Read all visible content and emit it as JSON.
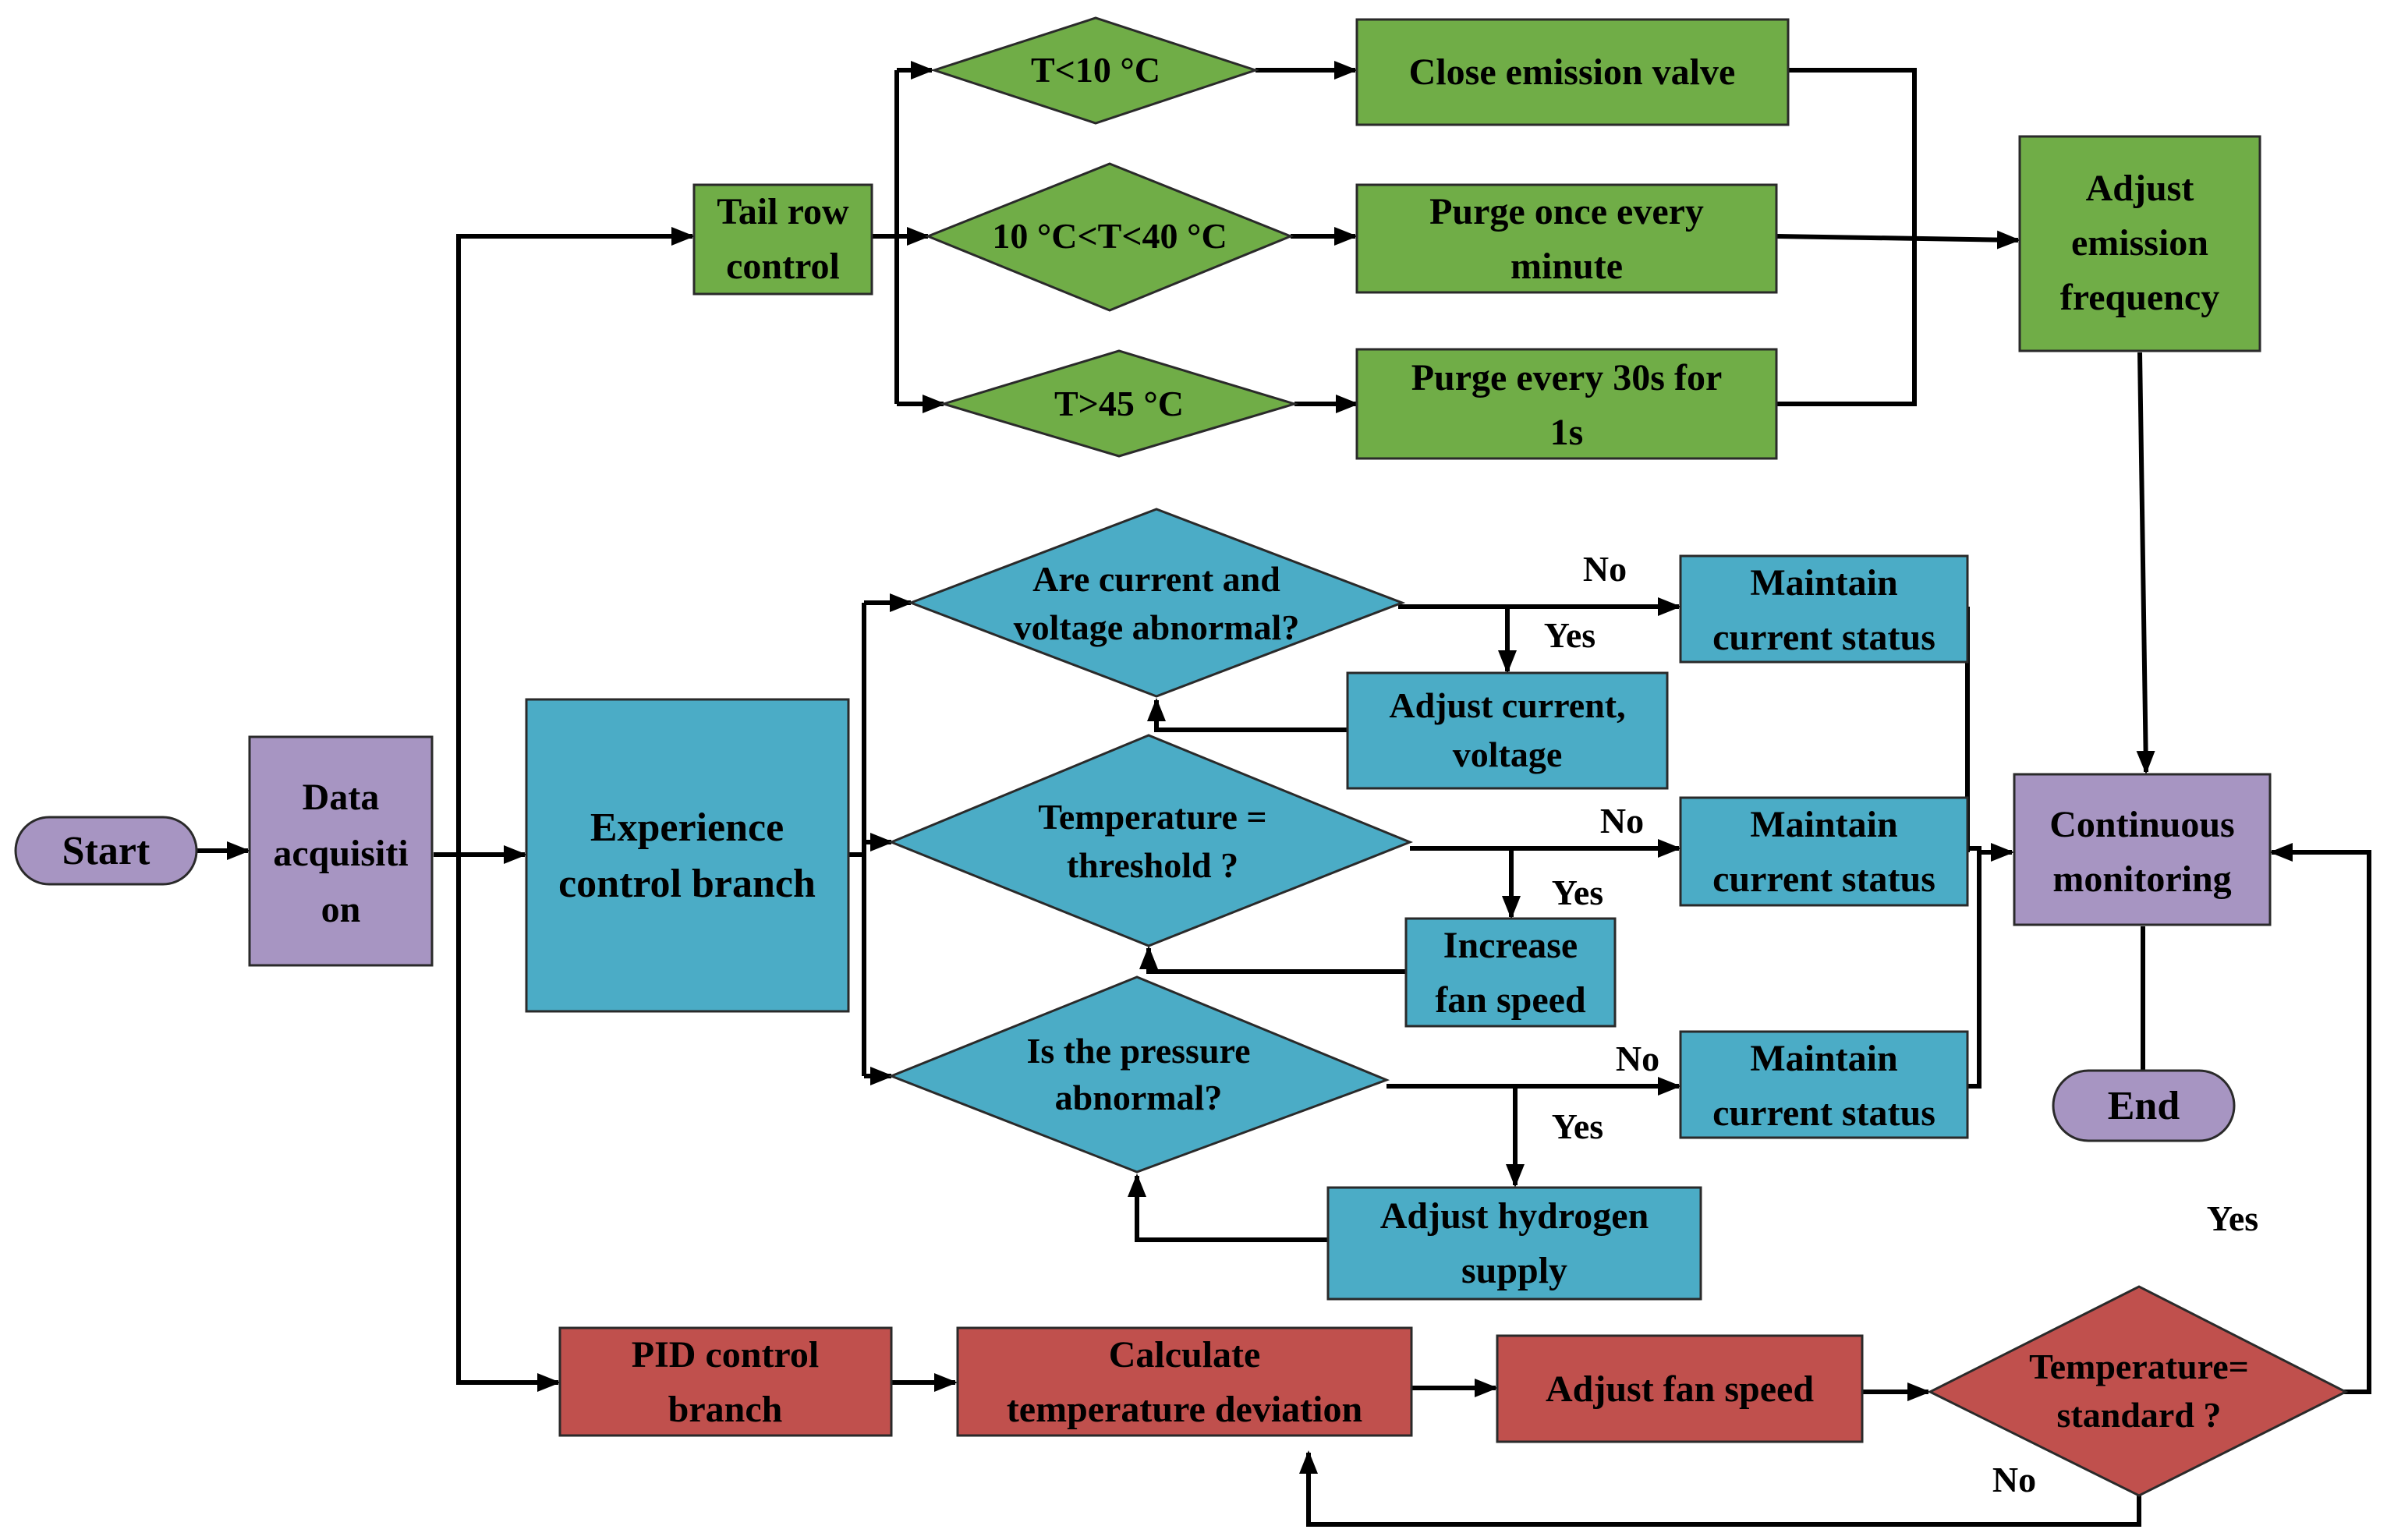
{
  "nodes": {
    "start": "Start",
    "data_acquisition": [
      "Data",
      "acquisiti",
      "on"
    ],
    "tail_row_control": [
      "Tail row",
      "control"
    ],
    "cond_lt10": "T<10 °C",
    "cond_10_40": "10 °C<T<40 °C",
    "cond_gt45": "T>45 °C",
    "close_emission_valve": "Close emission valve",
    "purge_every_minute": [
      "Purge once every",
      "minute"
    ],
    "purge_every_30s": [
      "Purge every 30s for",
      "1s"
    ],
    "adjust_emission_frequency": [
      "Adjust",
      "emission",
      "frequency"
    ],
    "experience_control_branch": [
      "Experience",
      "control branch"
    ],
    "q_current_voltage": [
      "Are current and",
      "voltage abnormal?"
    ],
    "q_temperature_threshold": [
      "Temperature =",
      "threshold ?"
    ],
    "q_pressure": [
      "Is the pressure",
      "abnormal?"
    ],
    "maintain_1": [
      "Maintain",
      "current status"
    ],
    "maintain_2": [
      "Maintain",
      "current status"
    ],
    "maintain_3": [
      "Maintain",
      "current status"
    ],
    "adjust_current_voltage": [
      "Adjust current,",
      "voltage"
    ],
    "increase_fan_speed": [
      "Increase",
      "fan speed"
    ],
    "adjust_hydrogen_supply": [
      "Adjust hydrogen",
      "supply"
    ],
    "continuous_monitoring": [
      "Continuous",
      "monitoring"
    ],
    "end": "End",
    "pid_control_branch": [
      "PID control",
      "branch"
    ],
    "calc_temperature_deviation": [
      "Calculate",
      "temperature deviation"
    ],
    "adjust_fan_speed": "Adjust fan speed",
    "q_temperature_standard": [
      "Temperature=",
      "standard ?"
    ]
  },
  "edge_labels": {
    "no_1": "No",
    "yes_1": "Yes",
    "no_2": "No",
    "yes_2": "Yes",
    "no_3": "No",
    "yes_3": "Yes",
    "yes_standard": "Yes",
    "no_standard": "No"
  },
  "colors": {
    "green": "#70ad47",
    "blue": "#4bacc6",
    "purple": "#a795c2",
    "red": "#c0504d"
  }
}
